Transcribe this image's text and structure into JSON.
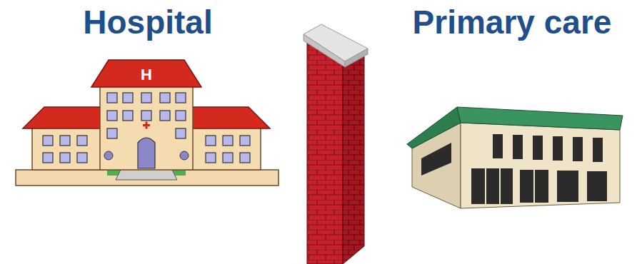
{
  "diagram": {
    "labels": [
      "Hospital",
      "H",
      "Primary care"
    ]
  }
}
